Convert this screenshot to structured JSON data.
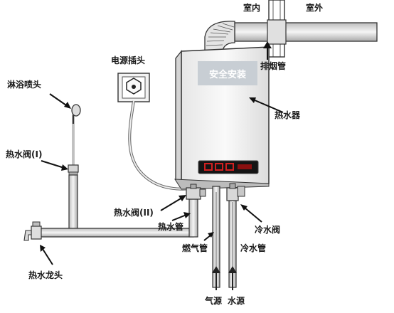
{
  "labels": {
    "indoor": "室内",
    "outdoor": "室外",
    "exhaust_pipe": "排烟管",
    "power_socket": "电源插头",
    "shower_head": "淋浴喷头",
    "water_heater": "热水器",
    "hot_valve_1": "热水阀(I)",
    "hot_valve_2": "热水阀(II)",
    "hot_pipe": "热水管",
    "cold_valve": "冷水阀",
    "gas_pipe": "燃气管",
    "cold_pipe": "冷水管",
    "hot_tap": "热水龙头",
    "gas_source": "气源",
    "water_source": "水源"
  },
  "badge": "安全安装",
  "display_color": "#d12020"
}
